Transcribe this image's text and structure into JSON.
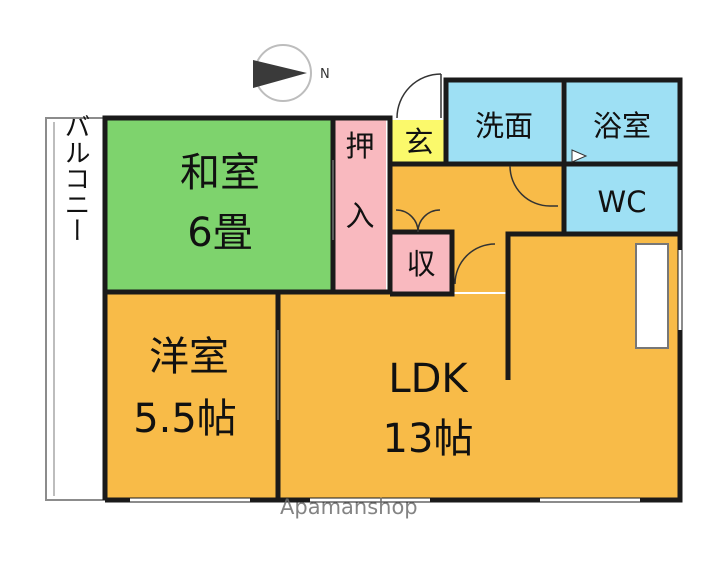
{
  "compass": {
    "label": "N"
  },
  "rooms": {
    "washitsu": {
      "name": "和室",
      "size": "6畳",
      "color": "#7ed36d"
    },
    "oshiire": {
      "label": "押入",
      "color": "#f9b9bf"
    },
    "genkan": {
      "label": "玄",
      "color": "#fbf96b"
    },
    "senmen": {
      "label": "洗面",
      "color": "#9ee0f4"
    },
    "yokushitsu": {
      "label": "浴室",
      "color": "#9ee0f4"
    },
    "wc": {
      "label": "WC",
      "color": "#9ee0f4"
    },
    "shuno": {
      "label": "収",
      "color": "#f9b9bf"
    },
    "youshitsu": {
      "name": "洋室",
      "size": "5.5帖",
      "color": "#f8bb48"
    },
    "ldk": {
      "name": "LDK",
      "size": "13帖",
      "color": "#f8bb48"
    },
    "balcony": {
      "label": "バルコニー"
    }
  },
  "watermark": "Apamanshop"
}
